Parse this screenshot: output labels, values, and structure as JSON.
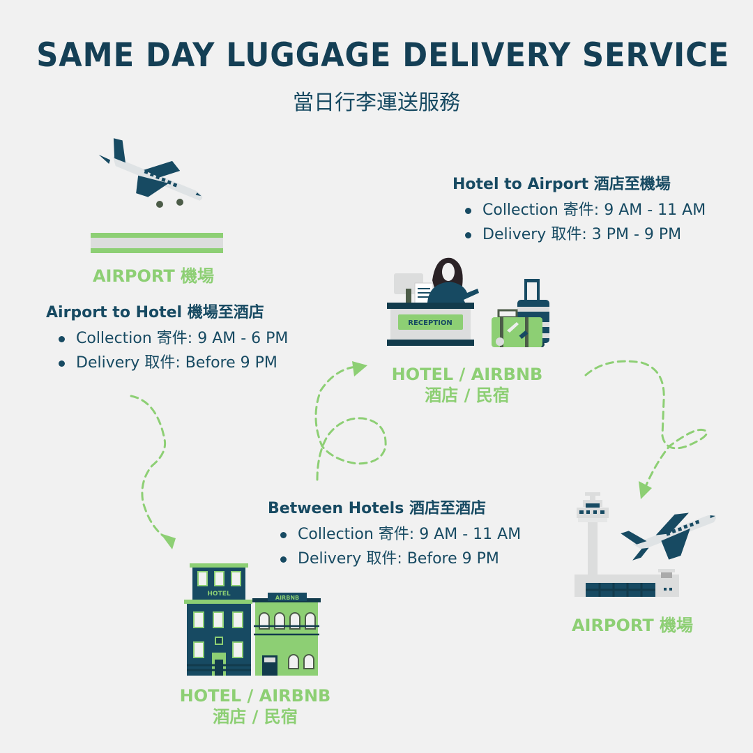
{
  "header": {
    "title": "SAME DAY LUGGAGE DELIVERY SERVICE",
    "subtitle": "當日行李運送服務"
  },
  "locations": {
    "airport_origin": {
      "label": "AIRPORT 機場",
      "icon": "airplane-landing-icon"
    },
    "hotel_reception": {
      "label_en": "HOTEL / AIRBNB",
      "label_zh": "酒店 / 民宿",
      "icon": "hotel-reception-icon",
      "desk_sign": "RECEPTION"
    },
    "hotel_buildings": {
      "label_en": "HOTEL / AIRBNB",
      "label_zh": "酒店 / 民宿",
      "icon": "hotel-buildings-icon",
      "hotel_sign": "HOTEL",
      "airbnb_sign": "AIRBNB"
    },
    "airport_destination": {
      "label": "AIRPORT 機場",
      "icon": "airport-tower-icon"
    }
  },
  "services": {
    "airport_to_hotel": {
      "title": "Airport to Hotel 機場至酒店",
      "items": [
        "Collection 寄件: 9 AM - 6 PM",
        "Delivery 取件: Before 9 PM"
      ]
    },
    "hotel_to_airport": {
      "title": "Hotel to Airport 酒店至機場",
      "items": [
        "Collection 寄件: 9 AM - 11 AM",
        "Delivery 取件: 3 PM - 9 PM"
      ]
    },
    "between_hotels": {
      "title": "Between Hotels 酒店至酒店",
      "items": [
        "Collection 寄件: 9 AM - 11 AM",
        "Delivery 取件: Before 9 PM"
      ]
    }
  },
  "colors": {
    "navy": "#174a62",
    "green": "#8dcf74",
    "background": "#f1f1f1",
    "light_gray": "#dcdddd"
  }
}
